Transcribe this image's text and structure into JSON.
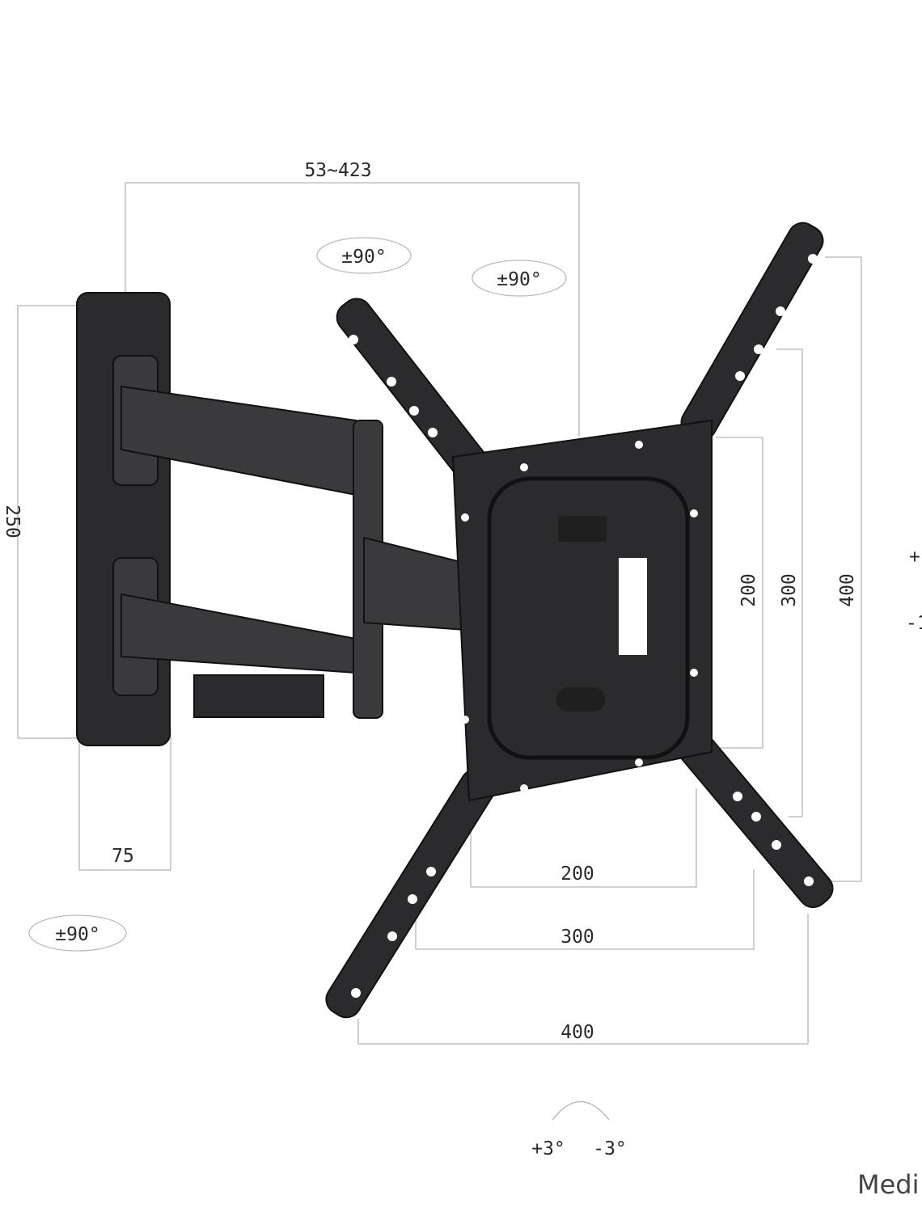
{
  "dimensions": {
    "arm_extension": "53~423",
    "wall_plate_height": "250",
    "wall_plate_width": "75",
    "vesa_v": [
      "200",
      "300",
      "400"
    ],
    "vesa_h": [
      "200",
      "300",
      "400"
    ]
  },
  "rotations": {
    "swivel_1": "±90°",
    "swivel_2": "±90°",
    "swivel_3": "±90°",
    "tilt_up_cut": "+",
    "tilt_down_cut": "-1",
    "level_plus": "+3°",
    "level_minus": "-3°"
  },
  "brand_text_cut": "Medi",
  "colors": {
    "mount": "#2b2b2d",
    "dimension_lines": "#b5b5b5"
  }
}
